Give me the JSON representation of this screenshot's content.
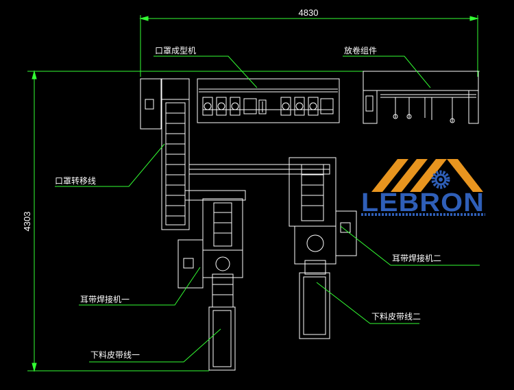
{
  "dimensions": {
    "width": "4830",
    "height": "4303"
  },
  "labels": {
    "mask_forming": "口罩成型机",
    "unwind_assembly": "放卷组件",
    "mask_transfer": "口罩转移线",
    "ear_welder_1": "耳带焊接机一",
    "ear_welder_2": "耳带焊接机二",
    "outfeed_belt_1": "下料皮带线一",
    "outfeed_belt_2": "下料皮带线二"
  },
  "logo": {
    "text": "LEBRON"
  },
  "colors": {
    "background": "#000000",
    "dimension": "#33ff33",
    "outline": "#ffffff",
    "leader": "#33ff33",
    "logo_orange": "#e8951f",
    "logo_blue": "#2f5fb8"
  }
}
